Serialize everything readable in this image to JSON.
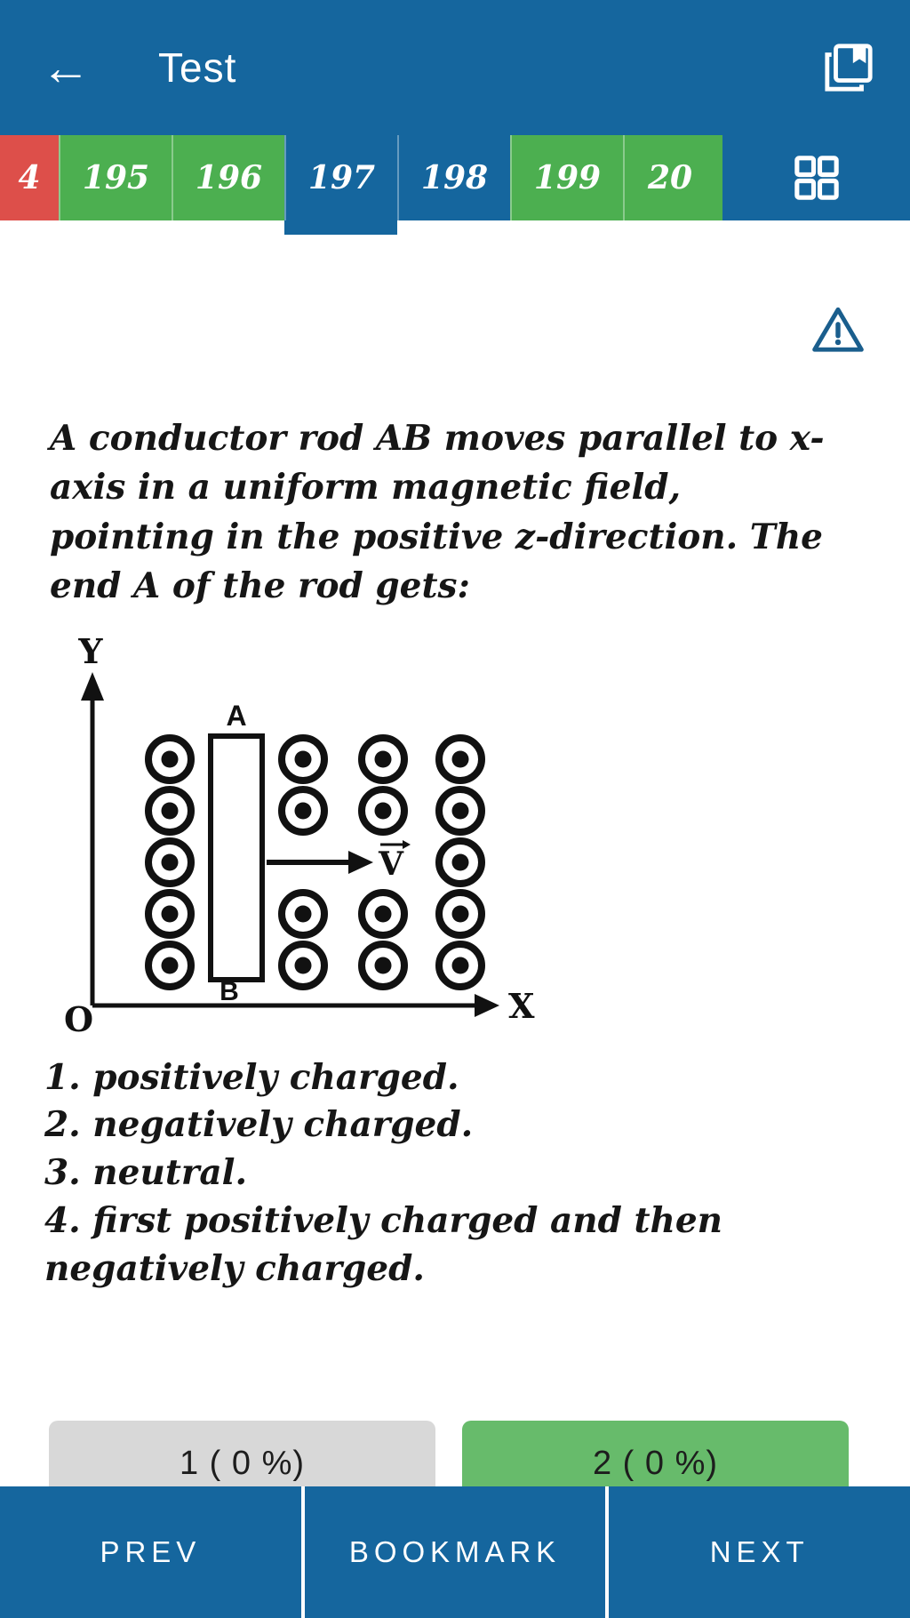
{
  "colors": {
    "app_bar_blue": "#15669E",
    "tab_red": "#DD4F4A",
    "tab_green": "#4CAF50",
    "stat1_gray": "#D8D8D8",
    "stat2_green": "#67BB6B"
  },
  "icons": {
    "back_arrow": "←",
    "library": "collections-bookmark-icon",
    "grid": "grid-2x2-icon",
    "warning": "warning-triangle-icon"
  },
  "header": {
    "title": "Test"
  },
  "question_tabs": [
    {
      "label": "4",
      "color": "red",
      "partial": true
    },
    {
      "label": "195",
      "color": "green"
    },
    {
      "label": "196",
      "color": "green"
    },
    {
      "label": "197",
      "color": "blue",
      "selected": true
    },
    {
      "label": "198",
      "color": "blue"
    },
    {
      "label": "199",
      "color": "green"
    },
    {
      "label": "20",
      "color": "green",
      "partial": true
    }
  ],
  "question": {
    "text": "A conductor rod AB moves parallel to x-axis in a uniform magnetic field, pointing in the positive z-direction. The end A of the rod gets:",
    "options": [
      "1. positively charged.",
      "2. negatively charged.",
      "3. neutral.",
      "4. first positively charged and then negatively charged."
    ]
  },
  "diagram": {
    "labels": {
      "y_axis": "Y",
      "x_axis": "X",
      "origin": "O",
      "rod_top": "A",
      "rod_bottom": "B",
      "velocity": "V"
    }
  },
  "answer_stats": [
    {
      "label": "1 ( 0 %)"
    },
    {
      "label": "2 ( 0 %)"
    }
  ],
  "bottom_bar": {
    "prev": "PREV",
    "bookmark": "BOOKMARK",
    "next": "NEXT"
  }
}
